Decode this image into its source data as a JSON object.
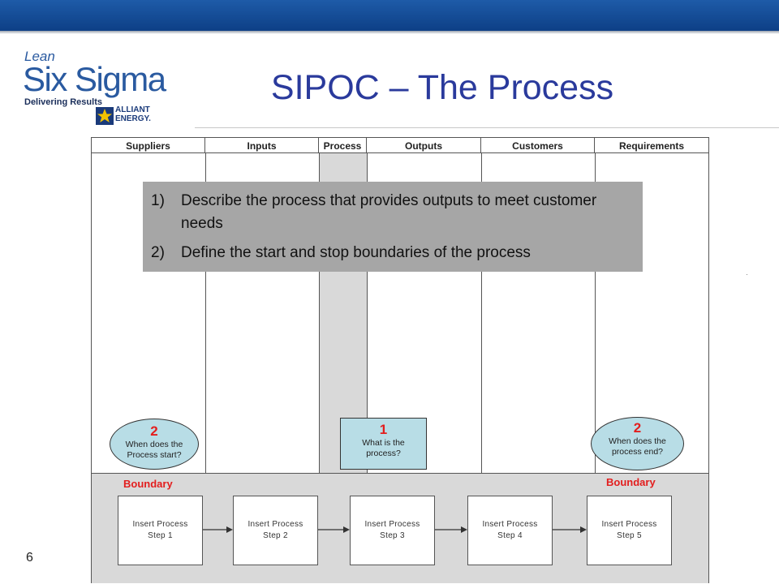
{
  "slide": {
    "title": "SIPOC – The Process",
    "page_number": "6"
  },
  "logo": {
    "lean": "Lean",
    "six_sigma": "Six Sigma",
    "tagline": "Delivering Results",
    "alliant_line1": "ALLIANT",
    "alliant_line2": "ENERGY."
  },
  "colors": {
    "title": "#2a3a9c",
    "topbar": "#1a4f9c",
    "callout_bg": "#a6a6a6",
    "shape_fill": "#b8dde6",
    "accent_red": "#e31e1e",
    "panel_gray": "#d9d9d9"
  },
  "sipoc": {
    "headers": [
      "Suppliers",
      "Inputs",
      "Process",
      "Outputs",
      "Customers",
      "Requirements"
    ]
  },
  "callout": {
    "items": [
      {
        "num": "1)",
        "text": "Describe the process that provides outputs to meet customer needs"
      },
      {
        "num": "2)",
        "text": "Define the start and stop boundaries of the process"
      }
    ]
  },
  "markers": {
    "start": {
      "num": "2",
      "text": "When does the Process start?"
    },
    "process": {
      "num": "1",
      "text": "What is the process?"
    },
    "end": {
      "num": "2",
      "text": "When does the process end?"
    }
  },
  "boundaries": {
    "left": "Boundary",
    "right": "Boundary"
  },
  "steps": [
    {
      "line1": "Insert Process",
      "line2": "Step 1"
    },
    {
      "line1": "Insert Process",
      "line2": "Step 2"
    },
    {
      "line1": "Insert Process",
      "line2": "Step 3"
    },
    {
      "line1": "Insert Process",
      "line2": "Step 4"
    },
    {
      "line1": "Insert Process",
      "line2": "Step 5"
    }
  ]
}
